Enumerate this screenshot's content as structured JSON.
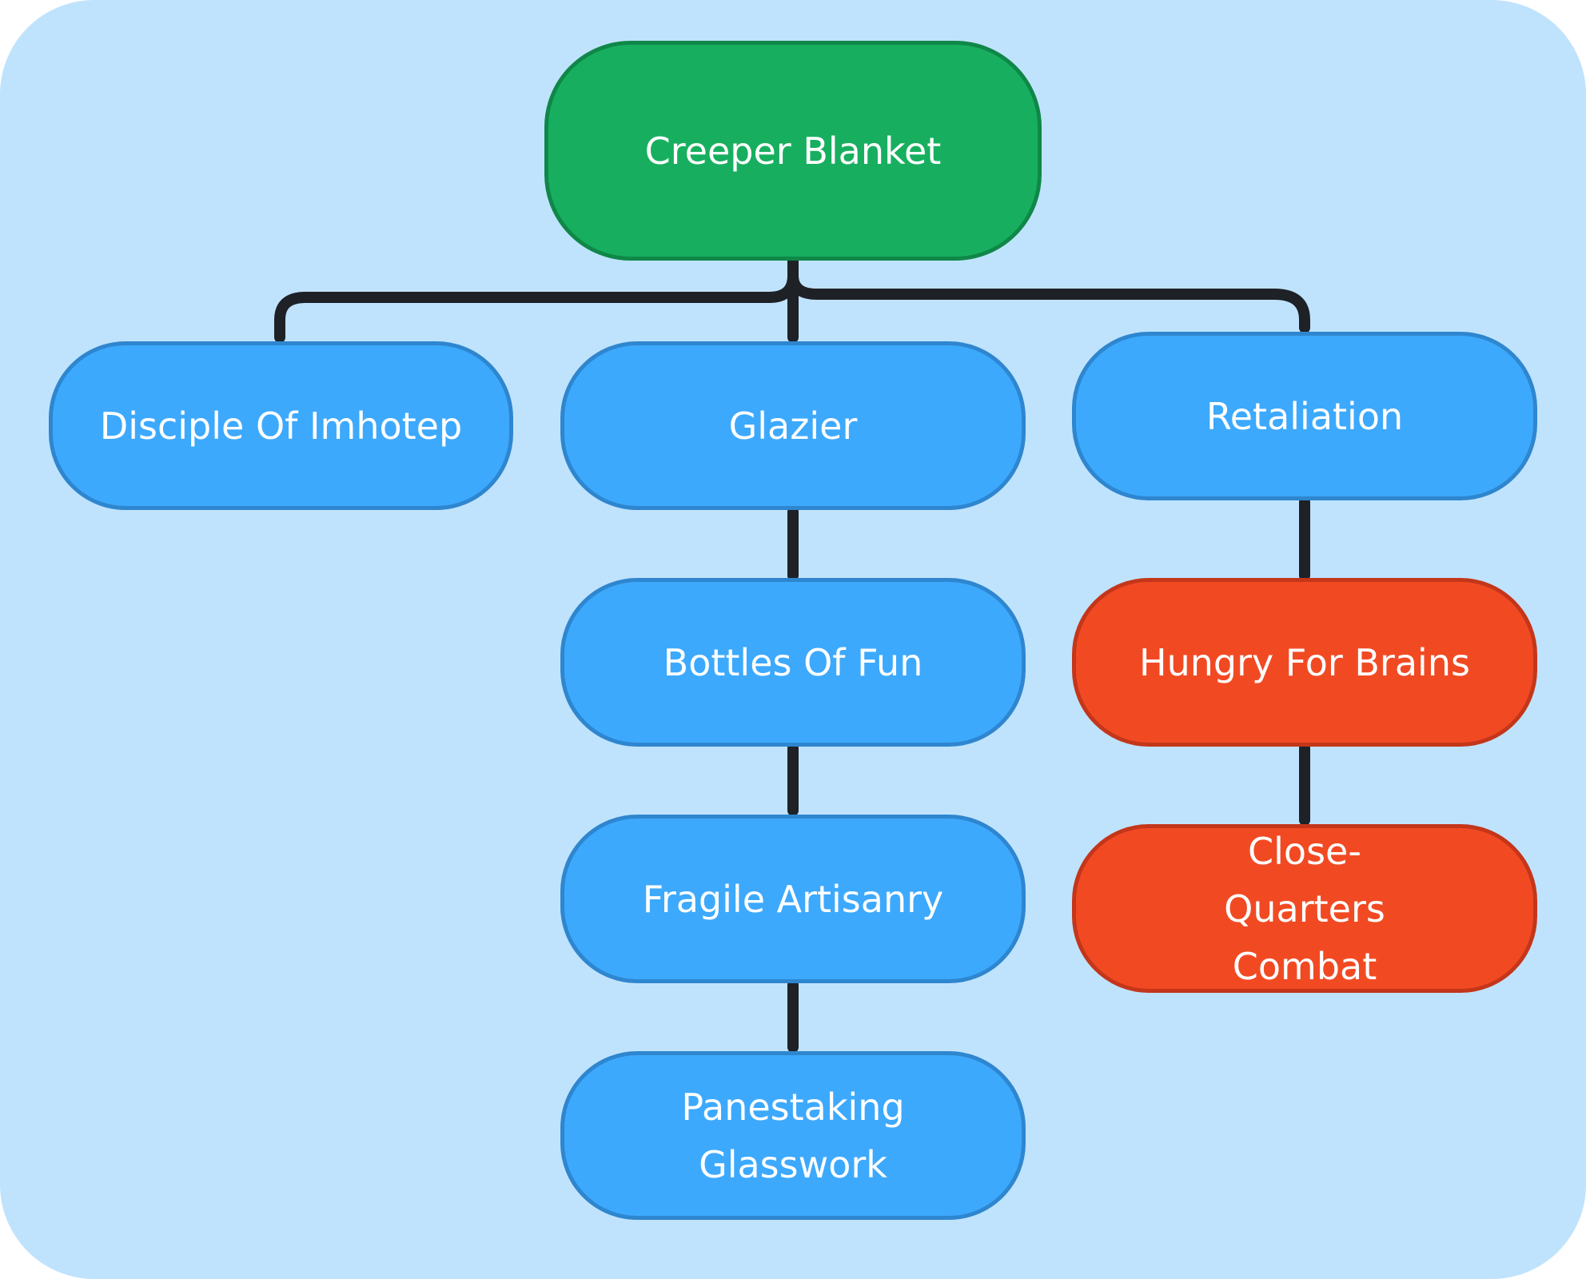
{
  "diagram": {
    "colors": {
      "background": "#c0e3fd",
      "root_fill": "#17af5f",
      "blue_fill": "#3da9fd",
      "red_fill": "#f14a23",
      "connector": "#1e2126"
    },
    "nodes": {
      "creeper_blanket": "Creeper Blanket",
      "disciple_of_imhotep": "Disciple Of Imhotep",
      "glazier": "Glazier",
      "retaliation": "Retaliation",
      "bottles_of_fun": "Bottles Of Fun",
      "fragile_artisanry": "Fragile Artisanry",
      "panestaking_glasswork": "Panestaking Glasswork",
      "hungry_for_brains": "Hungry For Brains",
      "close_quarters_combat": "Close-Quarters Combat"
    },
    "edges": [
      {
        "from": "Creeper Blanket",
        "to": "Disciple Of Imhotep"
      },
      {
        "from": "Creeper Blanket",
        "to": "Glazier"
      },
      {
        "from": "Creeper Blanket",
        "to": "Retaliation"
      },
      {
        "from": "Glazier",
        "to": "Bottles Of Fun"
      },
      {
        "from": "Bottles Of Fun",
        "to": "Fragile Artisanry"
      },
      {
        "from": "Fragile Artisanry",
        "to": "Panestaking Glasswork"
      },
      {
        "from": "Retaliation",
        "to": "Hungry For Brains"
      },
      {
        "from": "Hungry For Brains",
        "to": "Close-Quarters Combat"
      }
    ]
  }
}
